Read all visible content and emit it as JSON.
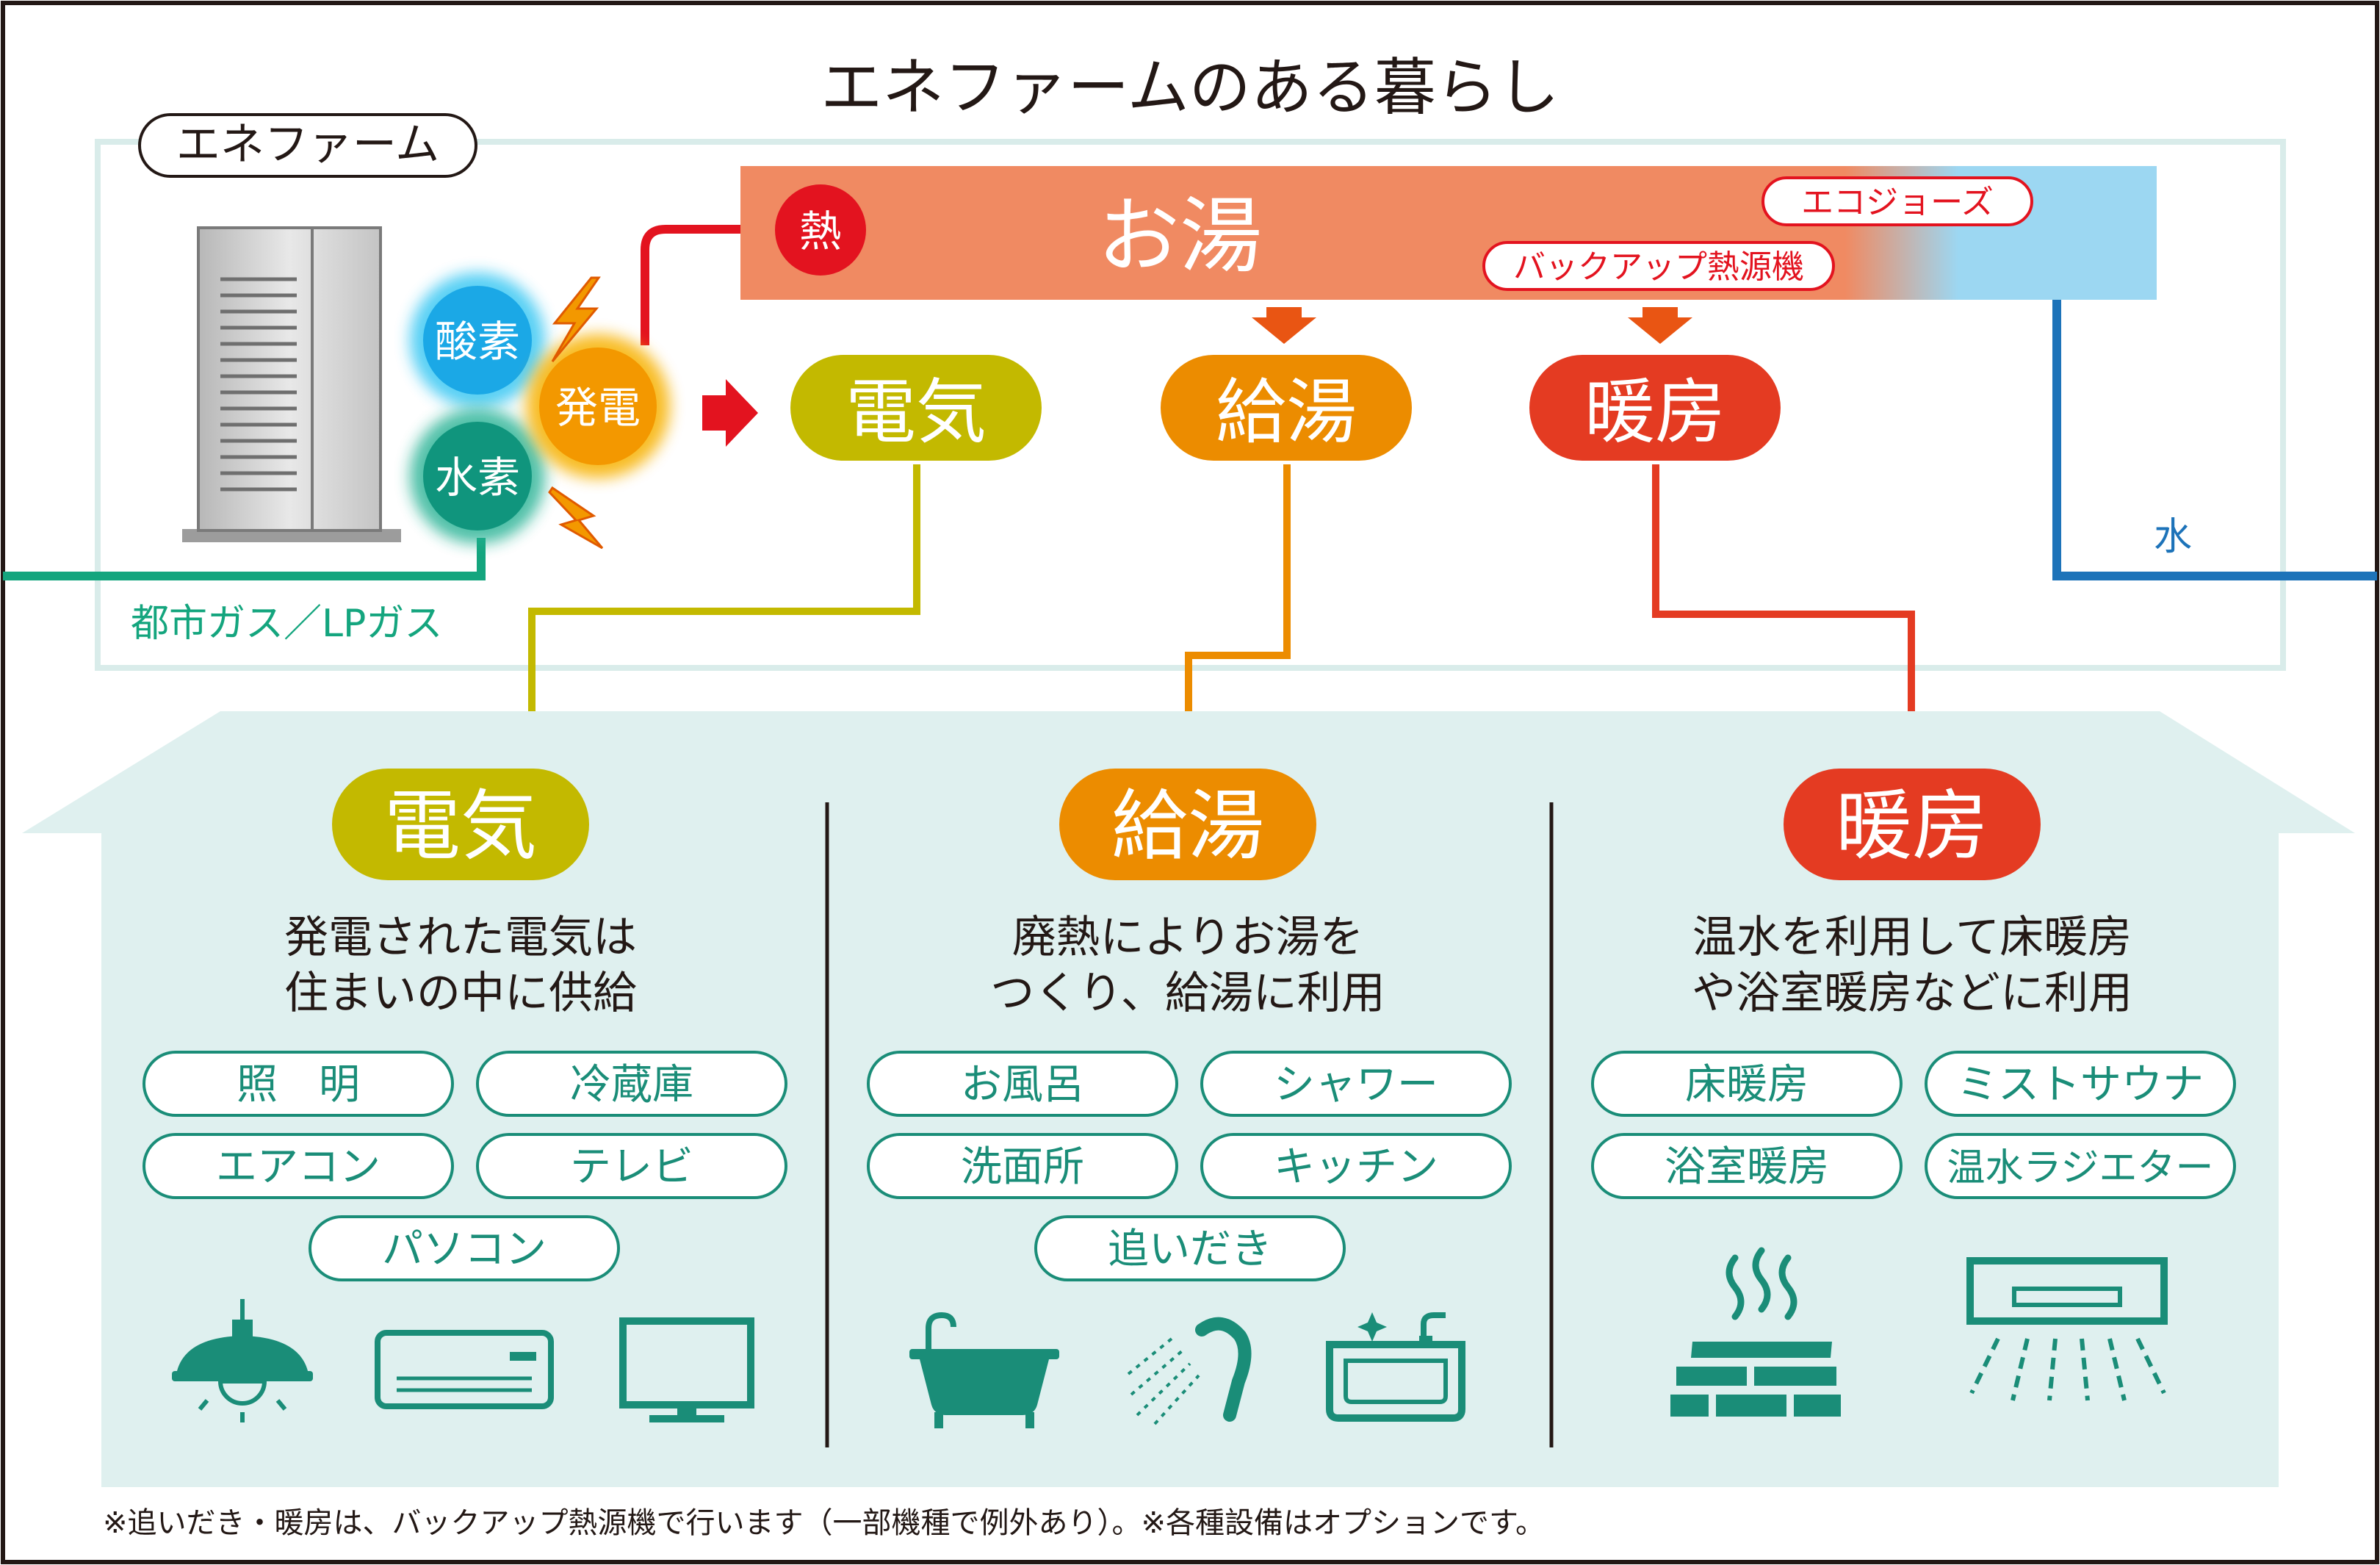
{
  "title": "エネファームのある暮らし",
  "enefarm_label": "エネファーム",
  "oxygen": "酸素",
  "hydrogen": "水素",
  "generation": "発電",
  "heat": "熱",
  "hot_water_bar": "お湯",
  "ecojozu": "エコジョーズ",
  "backup": "バックアップ熱源機",
  "water": "水",
  "gas": "都市ガス／LPガス",
  "outputs": {
    "electricity": "電気",
    "hot_water": "給湯",
    "heating": "暖房"
  },
  "sections": [
    {
      "title": "電気",
      "desc_line1": "発電された電気は",
      "desc_line2": "住まいの中に供給",
      "items": [
        "照　明",
        "冷蔵庫",
        "エアコン",
        "テレビ",
        "パソコン"
      ],
      "icons": [
        "pendant-lamp-icon",
        "air-conditioner-icon",
        "television-icon"
      ]
    },
    {
      "title": "給湯",
      "desc_line1": "廃熱によりお湯を",
      "desc_line2": "つくり、給湯に利用",
      "items": [
        "お風呂",
        "シャワー",
        "洗面所",
        "キッチン",
        "追いだき"
      ],
      "icons": [
        "bathtub-icon",
        "shower-icon",
        "sink-icon"
      ]
    },
    {
      "title": "暖房",
      "desc_line1": "温水を利用して床暖房",
      "desc_line2": "や浴室暖房などに利用",
      "items": [
        "床暖房",
        "ミストサウナ",
        "浴室暖房",
        "温水ラジエター"
      ],
      "icons": [
        "floor-heating-icon",
        "ceiling-heater-icon"
      ]
    }
  ],
  "footnote": "※追いだき・暖房は、バックアップ熱源機で行います（一部機種で例外あり）。※各種設備はオプションです。",
  "colors": {
    "electricity": "#C3B900",
    "hot_water": "#EC8C00",
    "heating": "#E43B22",
    "teal": "#1A8D78",
    "gas_line": "#14A57E",
    "water_line": "#1D73B9",
    "house_bg": "#DFF0EF",
    "hot_bar": "#F08A62",
    "water_bar": "#9CD7F2"
  }
}
